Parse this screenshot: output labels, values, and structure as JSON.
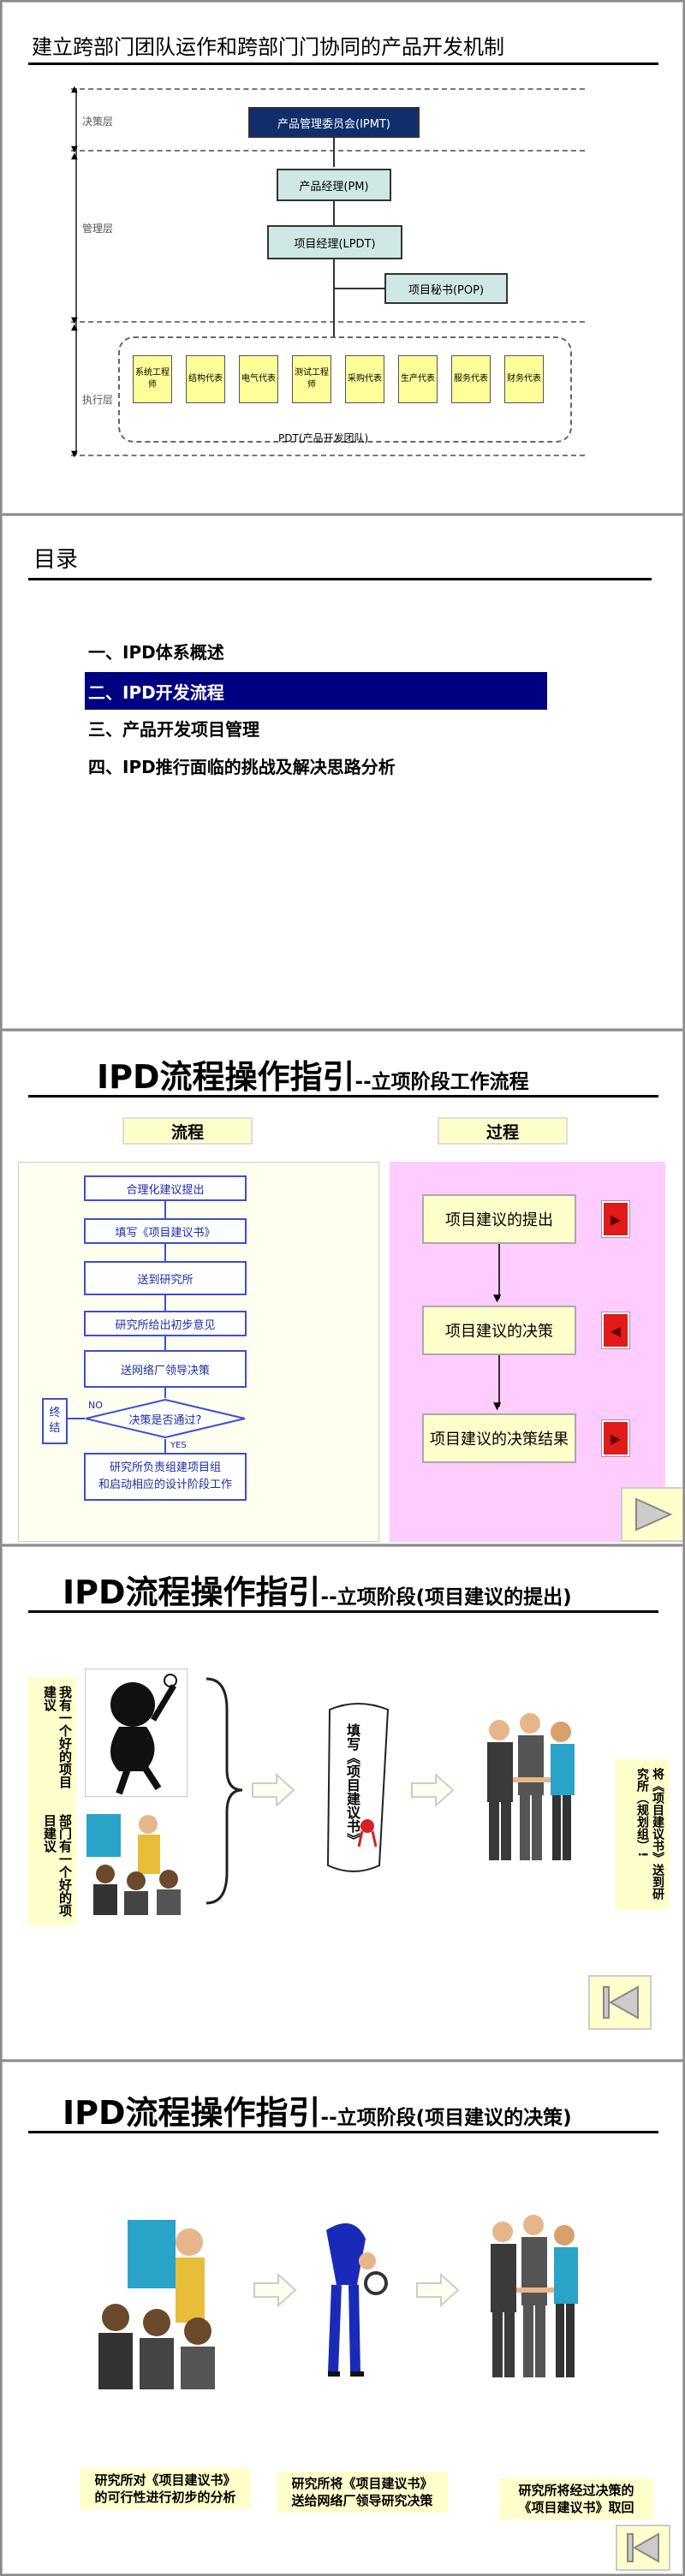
{
  "slide1": {
    "title": "建立跨部门团队运作和跨部门门协同的产品开发机制",
    "layers": [
      "决策层",
      "管理层",
      "执行层"
    ],
    "ipmt": "产品管理委员会(IPMT)",
    "pm": "产品经理(PM)",
    "lpdt": "项目经理(LPDT)",
    "pop": "项目秘书(POP)",
    "members": [
      "系统工程师",
      "结构代表",
      "电气代表",
      "测试工程师",
      "采购代表",
      "生产代表",
      "服务代表",
      "财务代表"
    ],
    "pdt_label": "PDT(产品开发团队)"
  },
  "slide2": {
    "title": "目录",
    "items": [
      "一、IPD体系概述",
      "二、IPD开发流程",
      "三、产品开发项目管理",
      "四、IPD推行面临的挑战及解决思路分析"
    ]
  },
  "slide3": {
    "title_big": "IPD流程操作指引",
    "title_small": "--立项阶段工作流程",
    "col_flow": "流程",
    "col_proc": "过程",
    "flow": [
      "合理化建议提出",
      "填写《项目建议书》",
      "送到研究所",
      "研究所给出初步意见",
      "送网络厂领导决策",
      "决策是否通过?",
      "研究所负责组建项目组\n和启动相应的设计阶段工作"
    ],
    "end_label": "终\n结",
    "no_label": "NO",
    "yes_label": "YES",
    "proc": [
      "项目建议的提出",
      "项目建议的决策",
      "项目建议的决策结果"
    ]
  },
  "slide4": {
    "title_big": "IPD流程操作指引",
    "title_small": "--立项阶段(项目建议的提出)",
    "left_top": "我有一个好的项目建议",
    "left_bottom": "部门有一个好的项目建议",
    "scroll": "填写《项目建议书》",
    "right": "将《项目建议书》送到研究所（规划组）!"
  },
  "slide5": {
    "title_big": "IPD流程操作指引",
    "title_small": "--立项阶段(项目建议的决策)",
    "cap1": "研究所对《项目建议书》\n的可行性进行初步的分析",
    "cap2": "研究所将《项目建议书》\n送给网络厂领导研究决策",
    "cap3": "研究所将经过决策的\n《项目建议书》取回"
  },
  "colors": {
    "navy": "#0f2e6b",
    "yellow": "#ffffcc",
    "pink": "#ffccff",
    "red": "#e21a1a"
  }
}
